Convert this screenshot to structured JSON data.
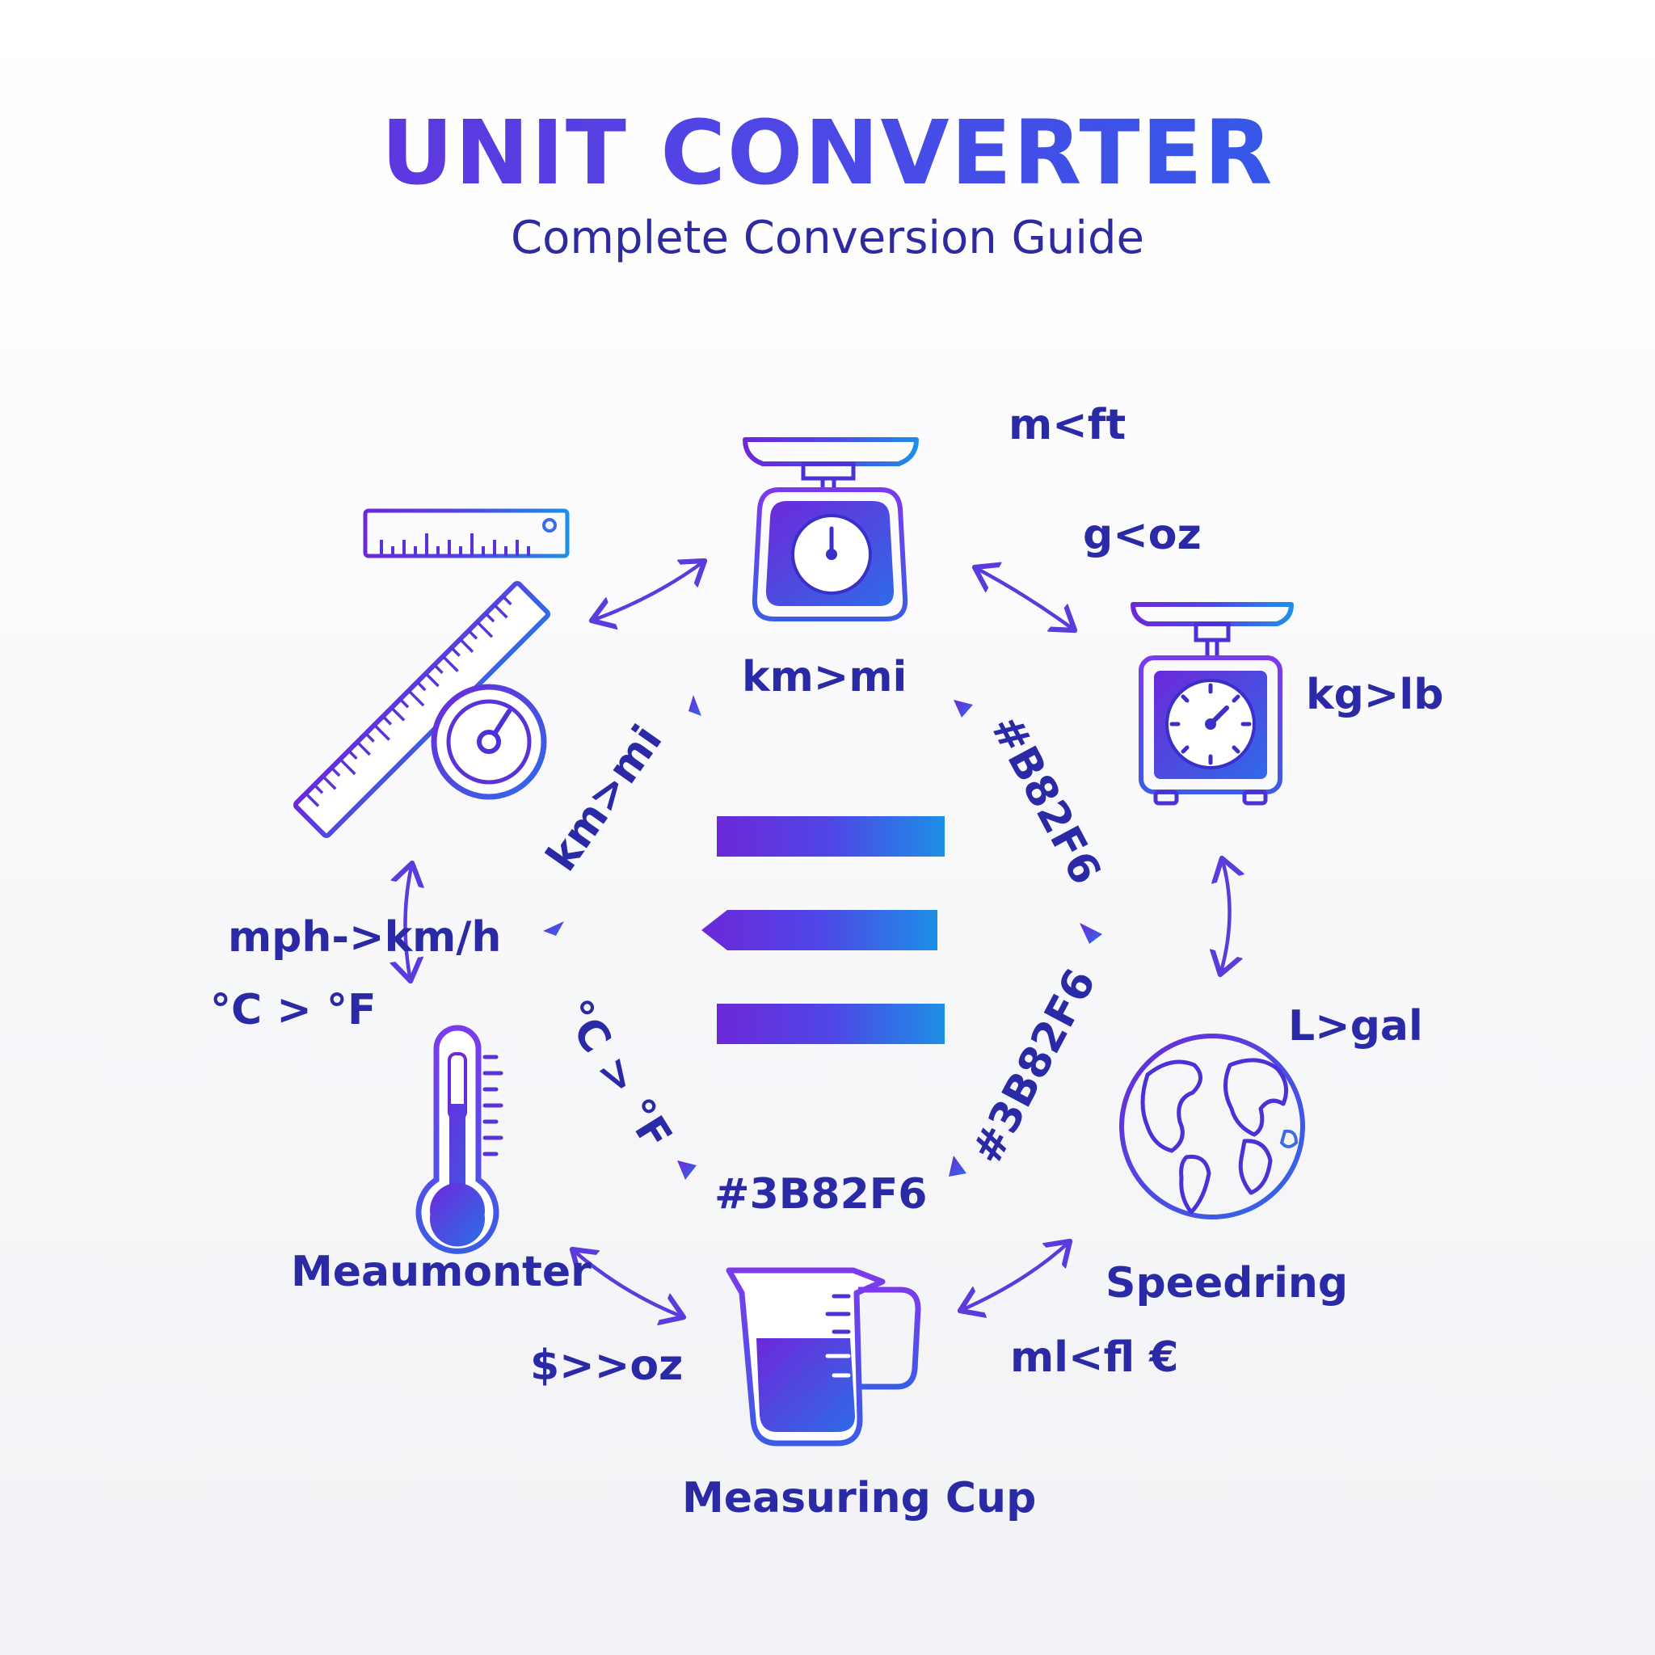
{
  "header": {
    "title": "UNIT CONVERTER",
    "subtitle": "Complete Conversion Guide"
  },
  "colors": {
    "purple": "#6d28d9",
    "indigo": "#4f46e5",
    "blue": "#2563eb",
    "label": "#2b2aa6"
  },
  "icons": [
    "flat-ruler-icon",
    "ruler-gauge-icon",
    "kitchen-scale-icon",
    "dial-scale-icon",
    "globe-icon",
    "measuring-cup-icon",
    "thermometer-icon",
    "hamburger-menu-icon"
  ],
  "labels": {
    "m_ft": "m<ft",
    "g_oz": "g<oz",
    "km_mi_top": "km>mi",
    "kg_lb": "kg>lb",
    "km_mi_left": "km>mi",
    "hex_right_upper": "#B82F6",
    "mph_kmh": "mph->km/h",
    "c_f_left": "°C > °F",
    "l_gal": "L>gal",
    "c_f_inner": "°C > °F",
    "hex_right_lower": "#3B82F6",
    "hex_bottom": "#3B82F6",
    "meaumonter": "Meaumonter",
    "speedring": "Speedring",
    "dollar_oz": "$>>oz",
    "ml_fl": "ml<fl €",
    "measuring_cup": "Measuring Cup"
  }
}
